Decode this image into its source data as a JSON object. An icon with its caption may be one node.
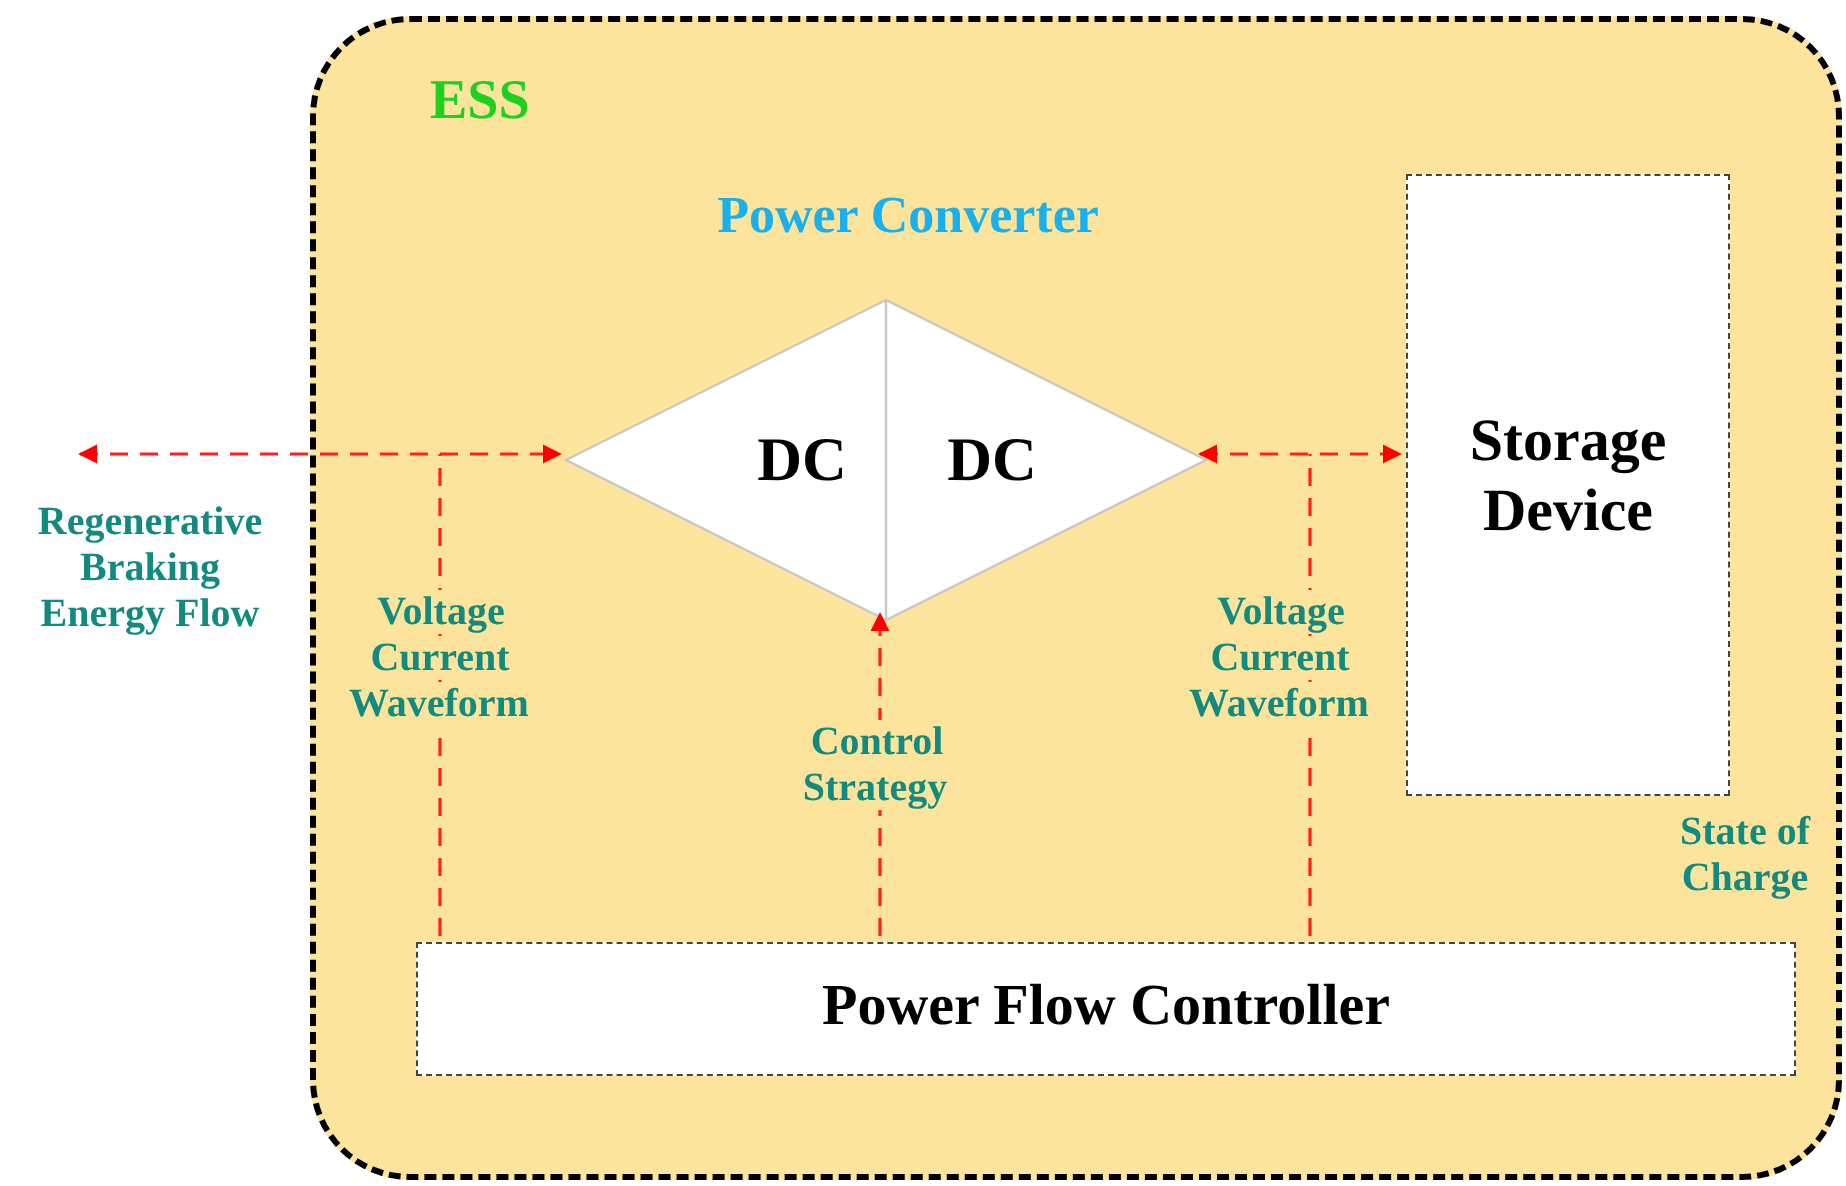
{
  "diagram": {
    "nodes": [
      {
        "text": [
          "ESS"
        ]
      },
      {
        "text": [
          "Power Converter",
          "DC",
          "DC"
        ],
        "in": 0
      },
      {
        "text": [
          "Storage Device"
        ],
        "in": 0
      },
      {
        "text": [
          "Power Flow Controller"
        ],
        "in": 0
      }
    ],
    "edges": [
      {
        "from": null,
        "to": 1,
        "arrow": "both",
        "style": "dashed"
      },
      {
        "from": 1,
        "to": 2,
        "arrow": "both",
        "style": "dashed"
      },
      {
        "from": 3,
        "to": null,
        "arrow": "none",
        "style": "dashed",
        "label": "Voltage Current Waveform"
      },
      {
        "from": 3,
        "to": 1,
        "arrow": "to",
        "style": "dashed",
        "label": "Control Strategy"
      },
      {
        "from": 3,
        "to": null,
        "arrow": "none",
        "style": "dashed",
        "label": "Voltage Current Waveform"
      }
    ],
    "labels": [
      "Regenerative Braking Energy Flow",
      "State of Charge"
    ]
  }
}
